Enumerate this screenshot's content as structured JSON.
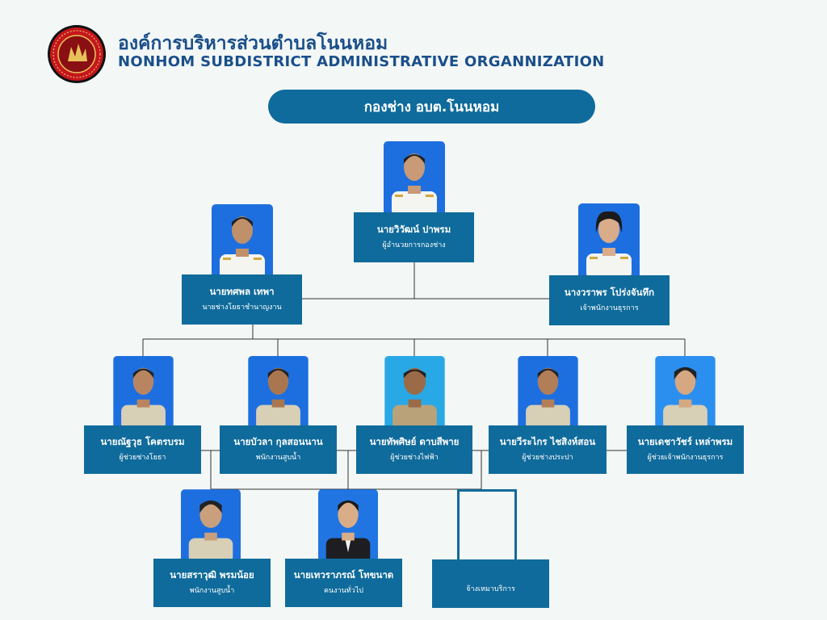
{
  "header": {
    "org_name_th": "องค์การบริหารส่วนตำบลโนนหอม",
    "org_name_en": "NONHOM SUBDISTRICT ADMINISTRATIVE ORGANNIZATION",
    "logo_icon": "seal-logo"
  },
  "banner": {
    "title": "กองช่าง อบต.โนนหอม"
  },
  "colors": {
    "box": "#0f6b9b",
    "title": "#1a4f8a",
    "background": "#f3f7f6",
    "photo_bg": "#1d6fe0"
  },
  "members": {
    "director": {
      "name": "นายวิวัฒน์ ปาพรม",
      "position": "ผู้อำนวยการกองช่าง"
    },
    "engineer": {
      "name": "นายทศพล เทพา",
      "position": "นายช่างโยธาชำนาญงาน"
    },
    "admin_officer": {
      "name": "นางวราพร โปร่งจันทึก",
      "position": "เจ้าพนักงานธุรการ"
    },
    "staff1": {
      "name": "นายณัฐวุธ โคตรบรม",
      "position": "ผู้ช่วยช่างโยธา"
    },
    "staff2": {
      "name": "นายบัวลา กุลสอนนาน",
      "position": "พนักงานสูบน้ำ"
    },
    "staff3": {
      "name": "นายทัพศิษย์ ดาบสีพาย",
      "position": "ผู้ช่วยช่างไฟฟ้า"
    },
    "staff4": {
      "name": "นายวีระไกร ไชสิงห์สอน",
      "position": "ผู้ช่วยช่างประปา"
    },
    "staff5": {
      "name": "นายเดชาวัชร์ เหล่าพรม",
      "position": "ผู้ช่วยเจ้าพนักงานธุรการ"
    },
    "staff6": {
      "name": "นายสราวุฒิ พรมน้อย",
      "position": "พนักงานสูบน้ำ"
    },
    "staff7": {
      "name": "นายเทวราภรณ์ โทขนาด",
      "position": "คนงานทั่วไป"
    },
    "vacant": {
      "position": "จ้างเหมาบริการ"
    }
  }
}
